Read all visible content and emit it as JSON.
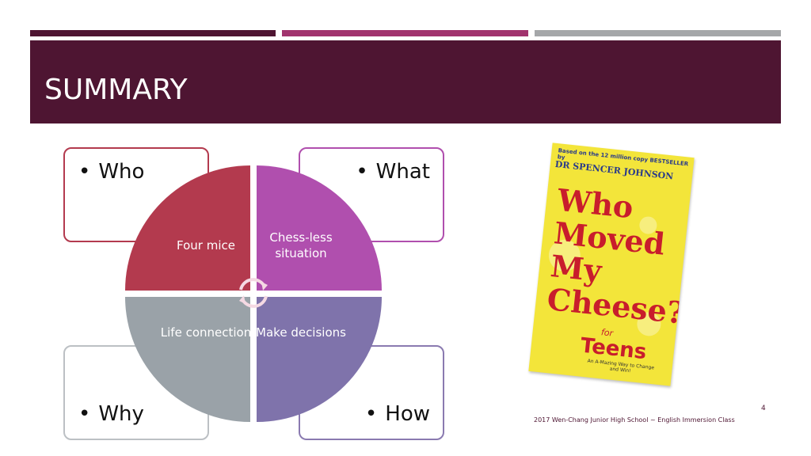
{
  "slide": {
    "title": "SUMMARY",
    "page_number": "4",
    "footer": "2017 Wen-Chang Junior High School ~ English Immersion Class"
  },
  "boxes": {
    "top_left": "Who",
    "top_right": "What",
    "bottom_left": "Why",
    "bottom_right": "How"
  },
  "quadrants": {
    "top_left": "Four mice",
    "top_right": "Chess-less situation",
    "bottom_left": "Life connection",
    "bottom_right": "Make decisions"
  },
  "book": {
    "top_line": "Based on the 12 million copy BESTSELLER by",
    "author": "DR SPENCER JOHNSON",
    "title": "Who Moved My Cheese?",
    "for": "for",
    "teens": "Teens",
    "subtitle": "An A-Mazing Way to Change and Win!"
  },
  "colors": {
    "accent_dark": "#4e1532",
    "accent_mid": "#a1336e",
    "quad_red": "#b33a4e",
    "quad_magenta": "#b04fae",
    "quad_gray": "#9aa2a8",
    "quad_purple": "#7f73ab",
    "book_yellow": "#f3e53a"
  }
}
